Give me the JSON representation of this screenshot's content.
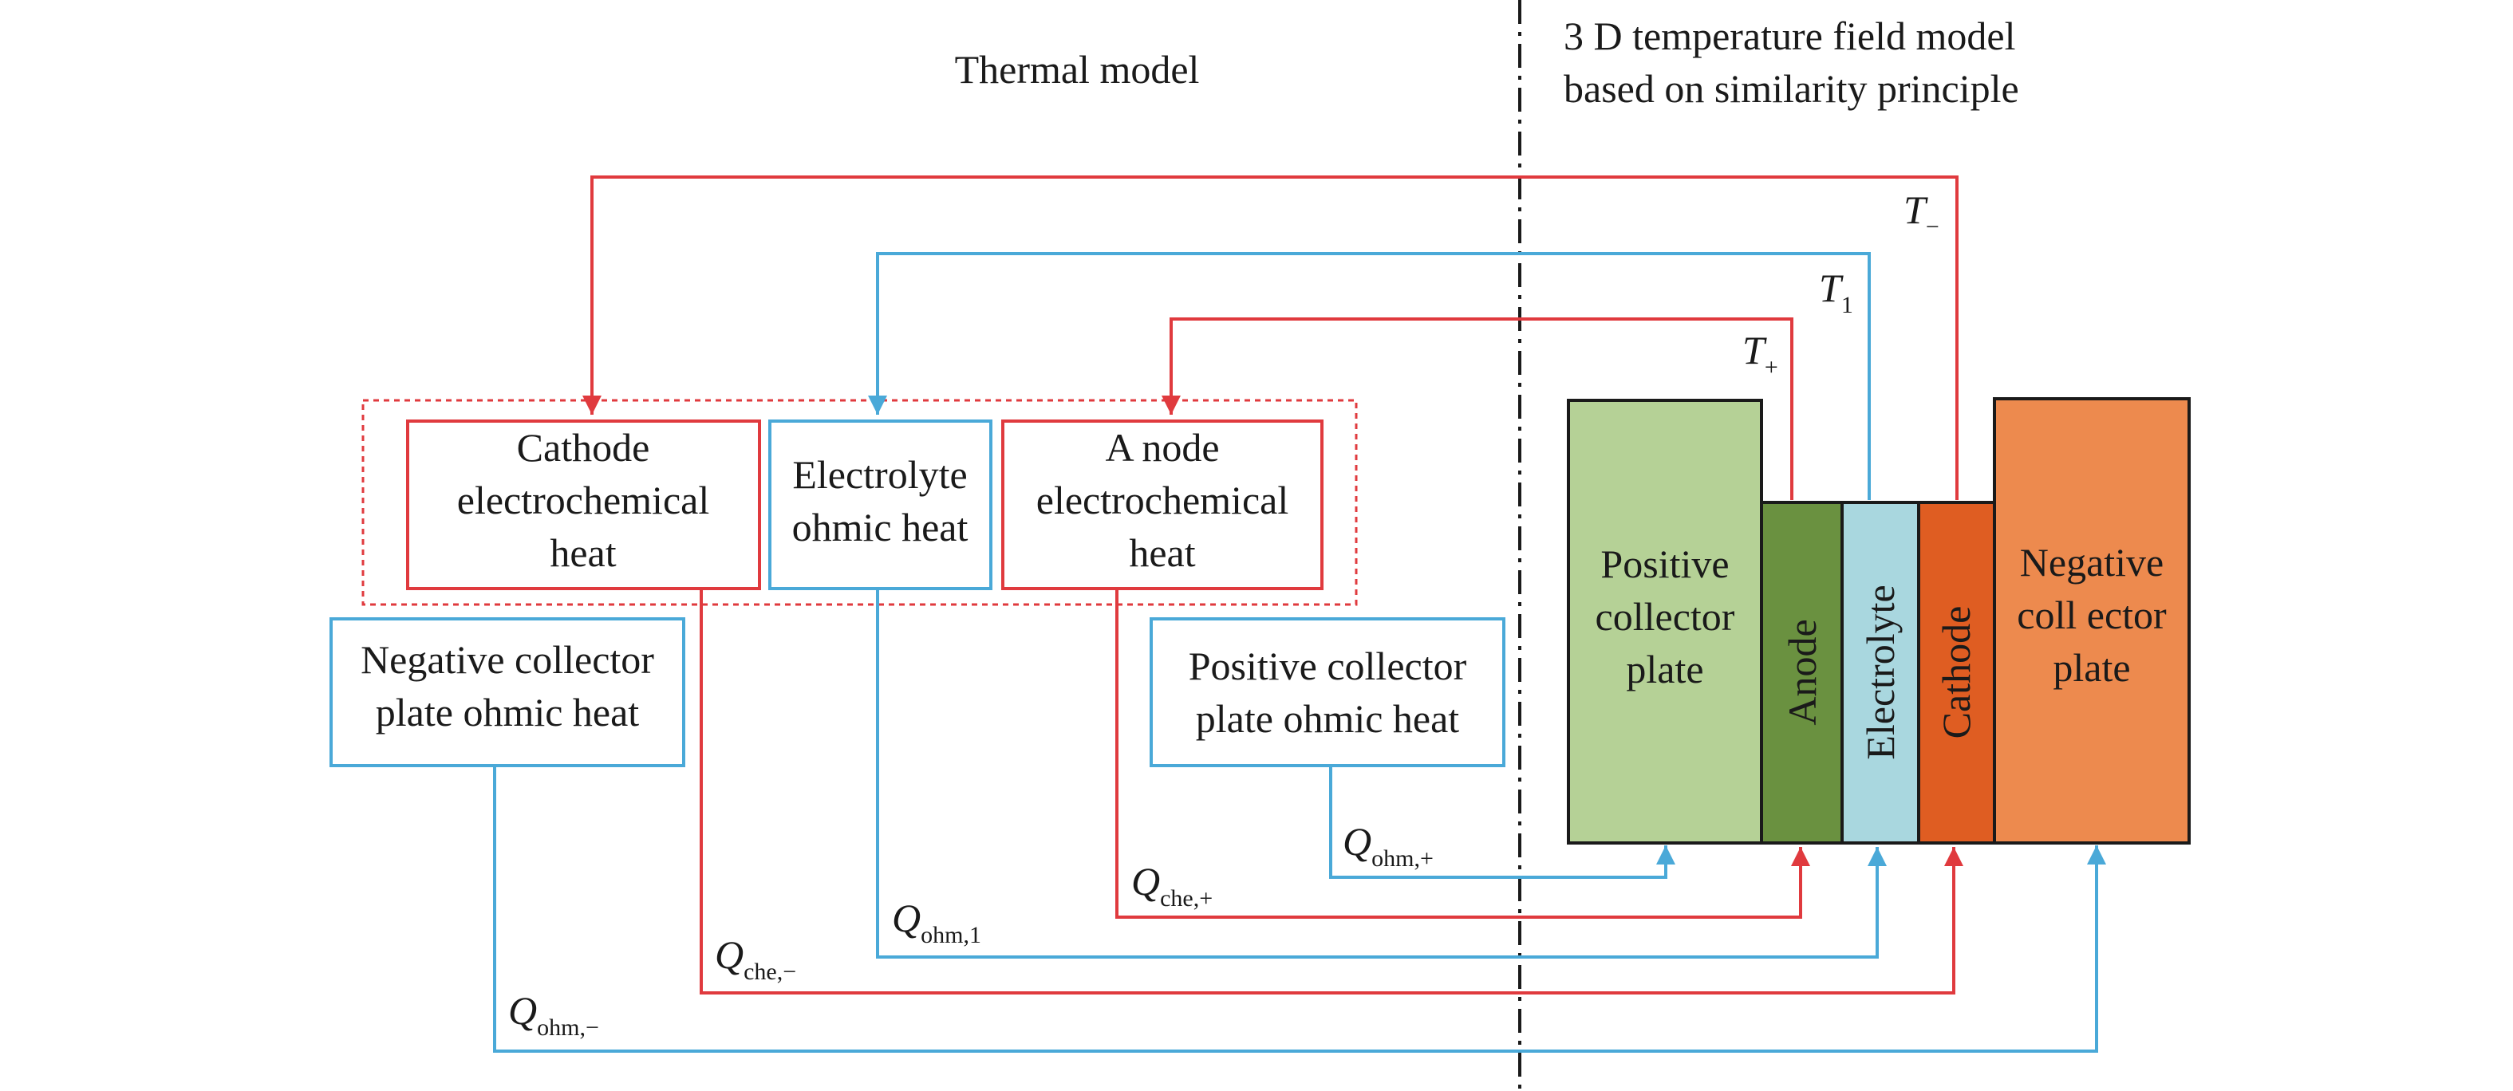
{
  "sections": {
    "left_title": "Thermal model",
    "right_title_lines": [
      "3 D temperature field model",
      "based on similarity principle"
    ]
  },
  "heat_boxes": {
    "cathode_heat": [
      "Cathode",
      "electrochemical",
      "heat"
    ],
    "electrolyte_heat": [
      "Electrolyte",
      "ohmic heat"
    ],
    "anode_heat": [
      "A node",
      "electrochemical",
      "heat"
    ],
    "negative_plate_heat": [
      "Negative collector",
      "plate ohmic heat"
    ],
    "positive_plate_heat": [
      "Positive collector",
      "plate ohmic heat"
    ]
  },
  "battery_layers": {
    "positive_plate": [
      "Positive",
      "collector",
      "plate"
    ],
    "anode": "Anode",
    "electrolyte": "Electrolyte",
    "cathode": "Cathode",
    "negative_plate": [
      "Negative",
      "coll ector",
      "plate"
    ]
  },
  "temperature_labels": {
    "t_minus": {
      "main": "T",
      "sub": "−"
    },
    "t_1": {
      "main": "T",
      "sub": "1"
    },
    "t_plus": {
      "main": "T",
      "sub": "+"
    }
  },
  "heat_labels": {
    "q_ohm_plus": {
      "main": "Q",
      "sub": "ohm,+"
    },
    "q_che_plus": {
      "main": "Q",
      "sub": "che,+"
    },
    "q_ohm_1": {
      "main": "Q",
      "sub": "ohm,1"
    },
    "q_che_minus": {
      "main": "Q",
      "sub": "che,−"
    },
    "q_ohm_minus": {
      "main": "Q",
      "sub": "ohm,−"
    }
  },
  "colors": {
    "red_line": "#e03a3e",
    "blue_line": "#4aa9d8",
    "positive_plate_fill": "#b5d196",
    "anode_fill": "#6a9140",
    "electrolyte_fill": "#a9d7df",
    "cathode_fill": "#df5d22",
    "negative_plate_fill": "#ed8a4e"
  }
}
